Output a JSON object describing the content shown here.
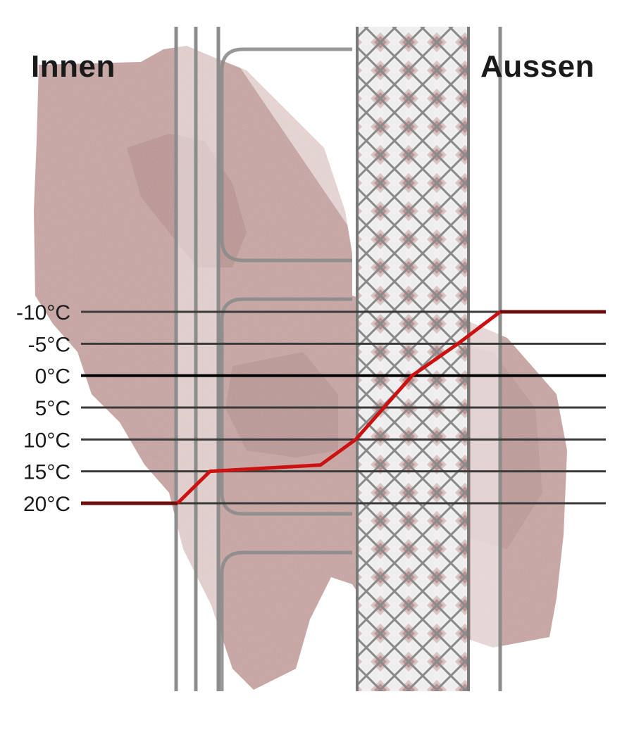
{
  "labels": {
    "inside": "Innen",
    "outside": "Aussen"
  },
  "temperature_scale": [
    {
      "value": -10,
      "label": "-10°C"
    },
    {
      "value": -5,
      "label": "-5°C"
    },
    {
      "value": 0,
      "label": "0°C"
    },
    {
      "value": 5,
      "label": "5°C"
    },
    {
      "value": 10,
      "label": "10°C"
    },
    {
      "value": 15,
      "label": "15°C"
    },
    {
      "value": 20,
      "label": "20°C"
    }
  ],
  "temperature_profile": [
    20,
    20,
    15,
    14,
    10,
    0,
    -5,
    -10,
    -10
  ],
  "colors": {
    "profile_line": "#cc1111",
    "profile_line_dark": "#6e0d0d",
    "brick": "#c49e9c",
    "grid_line": "#3a3a3a",
    "zero_line": "#000000"
  }
}
